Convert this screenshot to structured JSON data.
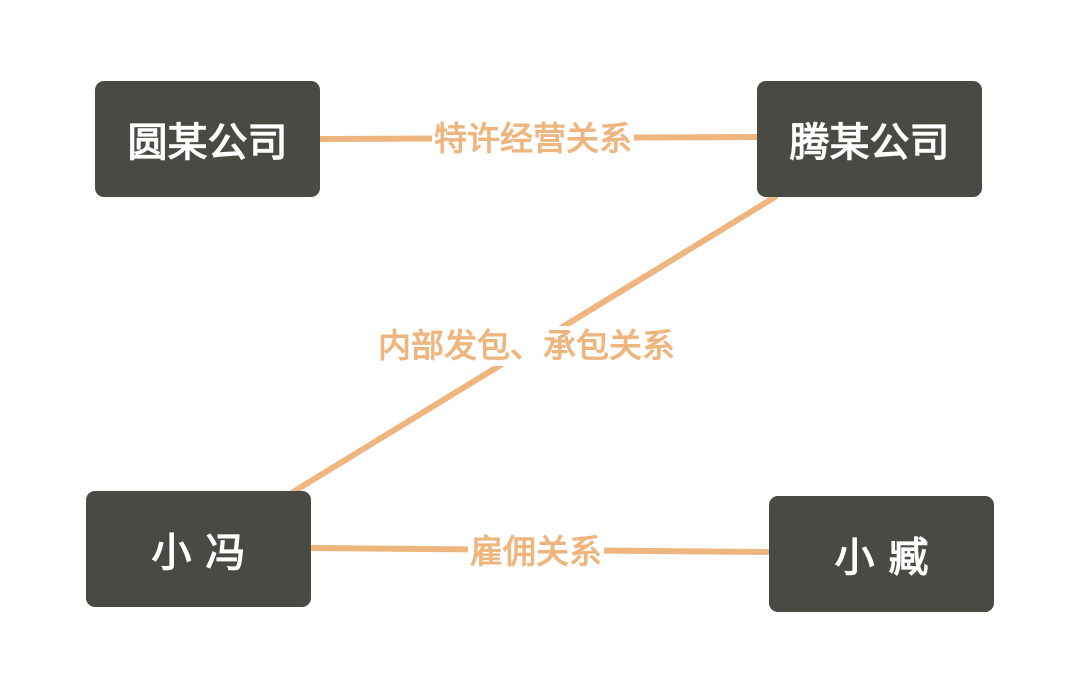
{
  "diagram": {
    "colors": {
      "node_fill": "#4a4a44",
      "node_text": "#ffffff",
      "edge": "#eeb57e"
    },
    "nodes": {
      "yuan": {
        "label": "圆某公司"
      },
      "teng": {
        "label": "腾某公司"
      },
      "feng": {
        "label": "小 冯"
      },
      "zang": {
        "label": "小 臧"
      }
    },
    "edges": {
      "franchise": {
        "from": "圆某公司",
        "to": "腾某公司",
        "label": "特许经营关系"
      },
      "subcontract": {
        "from": "腾某公司",
        "to": "小 冯",
        "label": "内部发包、承包关系"
      },
      "employment": {
        "from": "小 冯",
        "to": "小 臧",
        "label": "雇佣关系"
      }
    }
  }
}
